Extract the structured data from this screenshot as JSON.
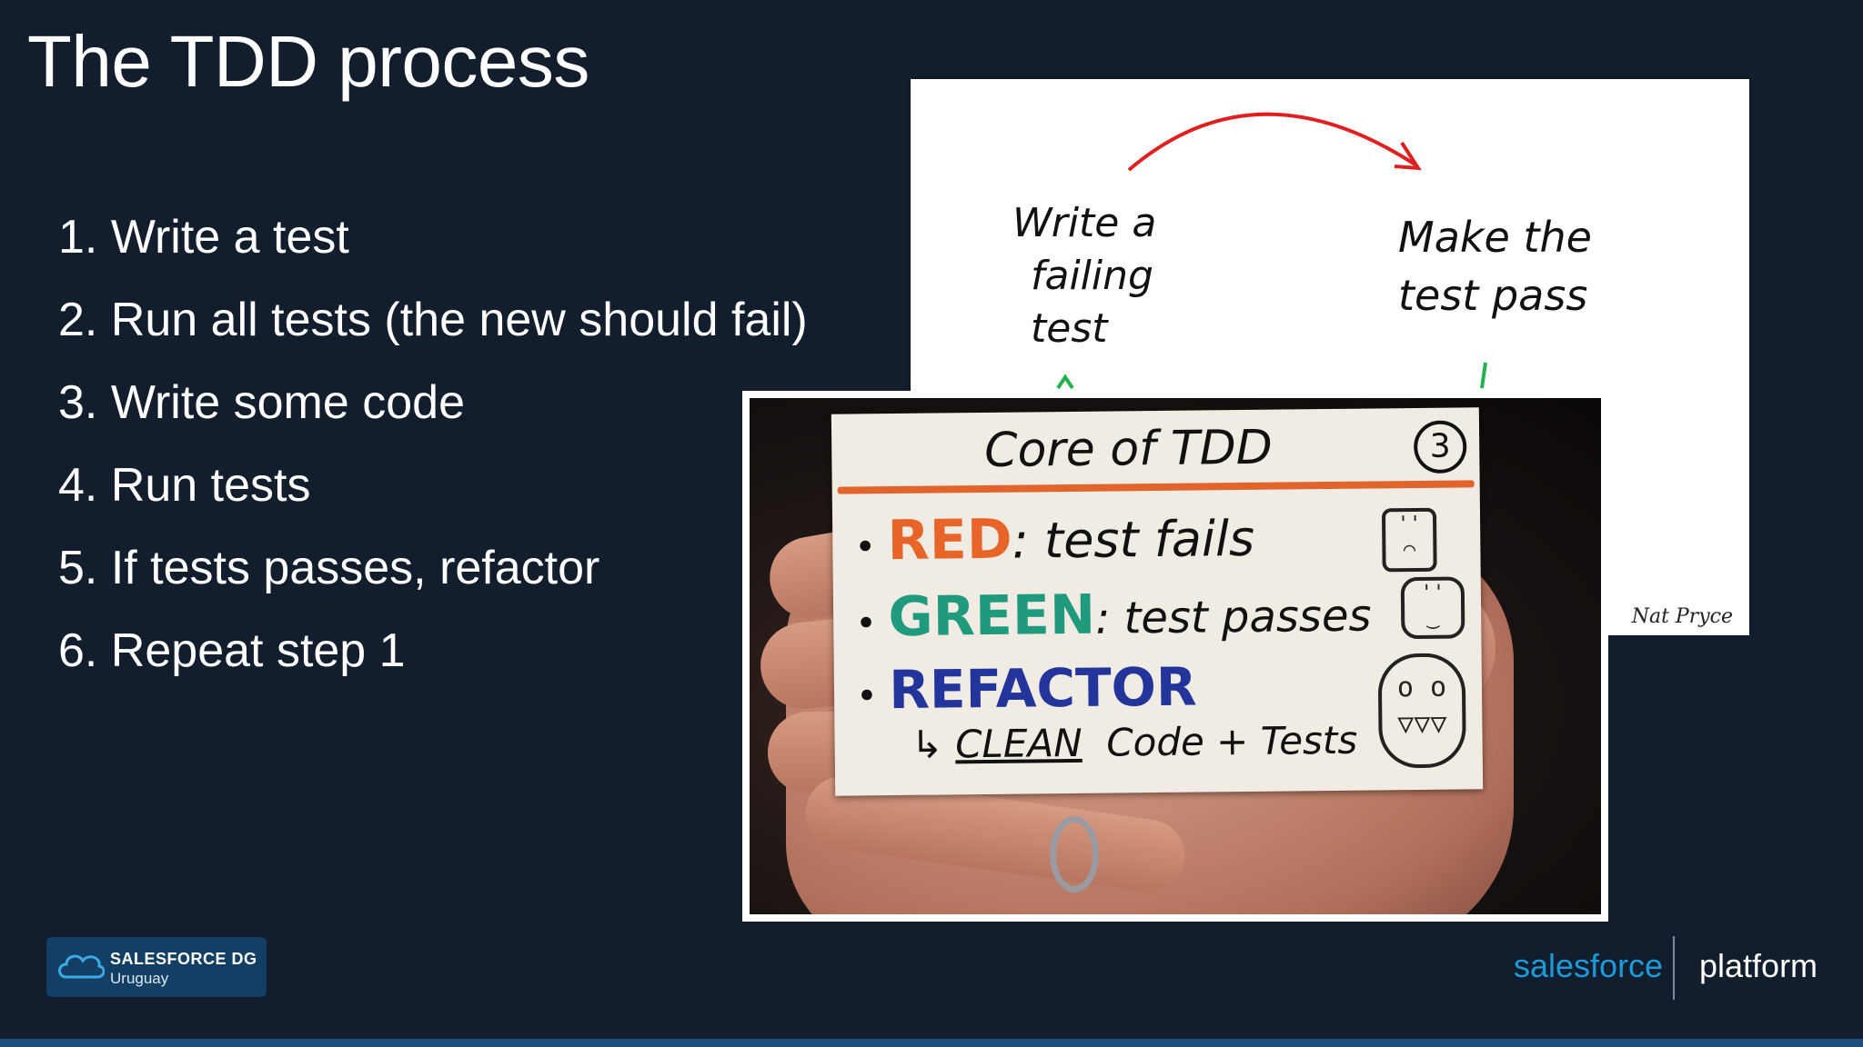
{
  "slide": {
    "title": "The TDD process",
    "steps": [
      "1. Write a test",
      "2. Run all tests (the new should fail)",
      "3. Write some code",
      "4. Run tests",
      "5. If tests passes, refactor",
      "6. Repeat step 1"
    ]
  },
  "whiteboard": {
    "left_note": [
      "Write a",
      "failing",
      "test"
    ],
    "right_note": [
      "Make the",
      "test pass"
    ],
    "credit": "Nat Pryce",
    "arrow_color": "#e02020"
  },
  "card": {
    "heading": "Core of TDD",
    "number": "3",
    "red_word": "RED",
    "red_text": ": test fails",
    "green_word": "GREEN",
    "green_text": ": test passes",
    "refactor_word": "REFACTOR",
    "clean_word": "CLEAN",
    "clean_text": "Code + Tests",
    "colors": {
      "red": "#e8652a",
      "green": "#1f9a7c",
      "blue": "#23349a",
      "line": "#e0642c"
    }
  },
  "logos": {
    "dg_line1": "SALESFORCE DG",
    "dg_line2": "Uruguay",
    "sf_word": "salesforce",
    "sf_platform": "platform"
  }
}
